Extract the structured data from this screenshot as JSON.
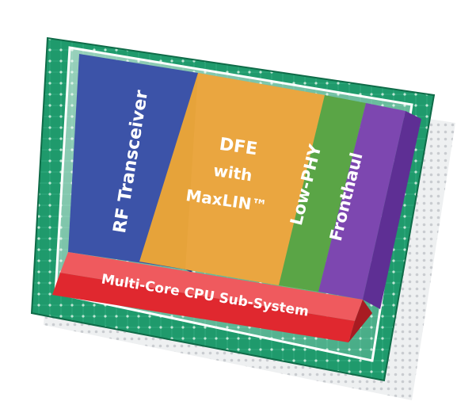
{
  "blocks": {
    "rf_transceiver": "RF Transceiver",
    "dfe_line1": "DFE",
    "dfe_line2": "with",
    "dfe_line3": "MaxLIN™",
    "low_phy": "Low-PHY",
    "fronthaul": "Fronthaul",
    "cpu": "Multi-Core CPU Sub-System"
  },
  "colors": {
    "board_green": "#1f9a6c",
    "rf_blue": "#3c53a8",
    "dfe_orange": "#e6a33a",
    "low_phy_green": "#5aa546",
    "fronthaul_purple": "#7d47b0",
    "cpu_red": "#e0282f"
  }
}
